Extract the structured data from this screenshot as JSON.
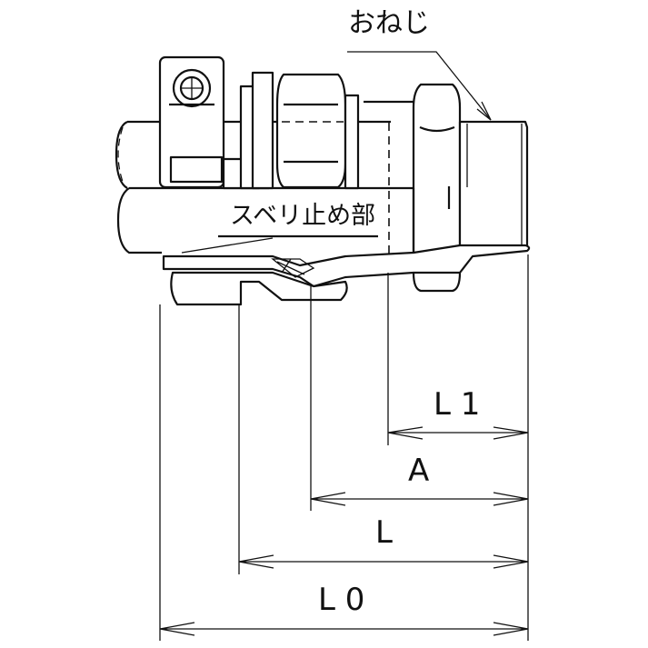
{
  "labels": {
    "male_thread": "おねじ",
    "anti_slip": "スベリ止め部"
  },
  "dimensions": [
    {
      "id": "L1",
      "label": "L 1"
    },
    {
      "id": "A",
      "label": "A"
    },
    {
      "id": "L",
      "label": "L"
    },
    {
      "id": "L0",
      "label": "L 0"
    }
  ],
  "colors": {
    "line": "#111111",
    "background": "#ffffff"
  }
}
